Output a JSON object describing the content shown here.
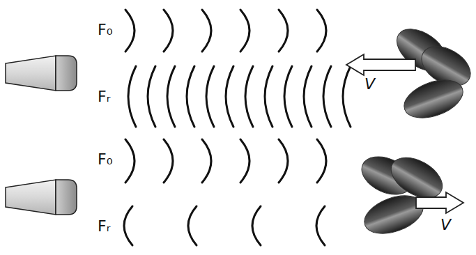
{
  "diagram": {
    "labels": [
      "F₀",
      "Fᵣ",
      "V",
      "F₀",
      "Fᵣ",
      "V"
    ]
  }
}
